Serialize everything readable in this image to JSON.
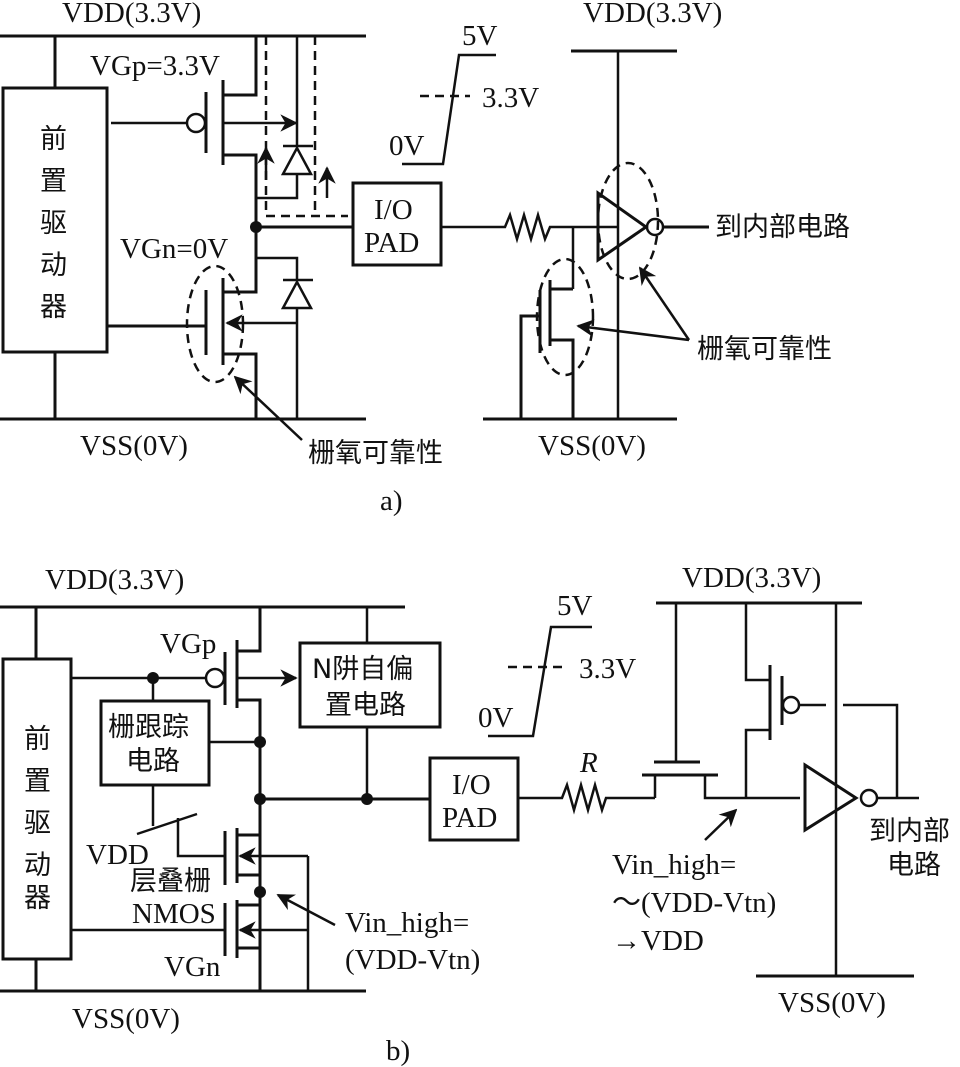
{
  "figure_a": {
    "caption": "a)",
    "vdd_left": "VDD(3.3V)",
    "vss_left": "VSS(0V)",
    "vdd_right": "VDD(3.3V)",
    "vss_right": "VSS(0V)",
    "predriver": [
      "前",
      "置",
      "驱",
      "动",
      "器"
    ],
    "vgp": "VGp=3.3V",
    "vgn": "VGn=0V",
    "pad_line1": "I/O",
    "pad_line2": "PAD",
    "wave_high": "5V",
    "wave_mid": "3.3V",
    "wave_low": "0V",
    "output_label": "到内部电路",
    "gate_oxide_left": "栅氧可靠性",
    "gate_oxide_right": "栅氧可靠性"
  },
  "figure_b": {
    "caption": "b)",
    "vdd_left": "VDD(3.3V)",
    "vss_left": "VSS(0V)",
    "vdd_right": "VDD(3.3V)",
    "vss_right": "VSS(0V)",
    "predriver": [
      "前",
      "置",
      "驱",
      "动",
      "器"
    ],
    "vgp": "VGp",
    "vgn": "VGn",
    "nwell_bias_line1": "N阱自偏",
    "nwell_bias_line2": "置电路",
    "gate_track_line1": "栅跟踪",
    "gate_track_line2": "电路",
    "vdd_label": "VDD",
    "cascode_line1": "层叠栅",
    "cascode_line2": "NMOS",
    "vin_left_line1": "Vin_high=",
    "vin_left_line2": "(VDD-Vtn)",
    "pad_line1": "I/O",
    "pad_line2": "PAD",
    "resistor": "R",
    "wave_high": "5V",
    "wave_mid": "3.3V",
    "wave_low": "0V",
    "vin_right_line1": "Vin_high=",
    "vin_right_line2": "～(VDD-Vtn)",
    "vin_right_line3": "→VDD",
    "output_line1": "到内部",
    "output_line2": "电路"
  }
}
